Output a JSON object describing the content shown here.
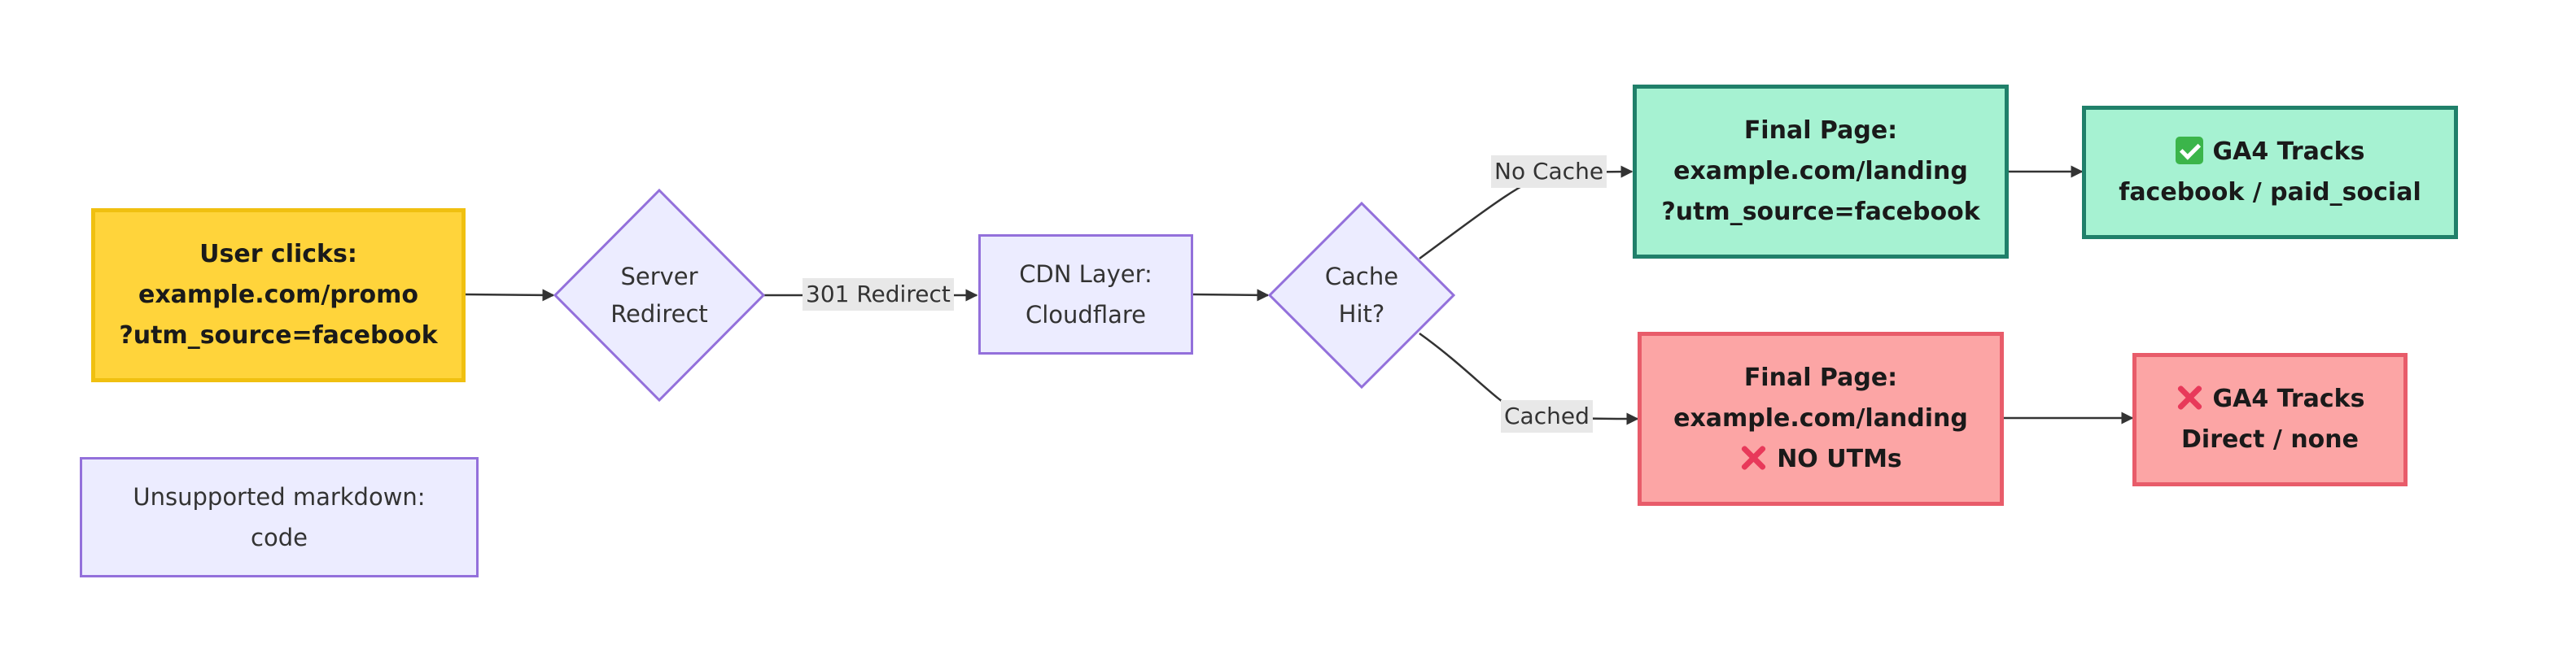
{
  "nodes": {
    "start": {
      "lines": [
        "User clicks:",
        "example.com/promo",
        "?utm_source=facebook"
      ]
    },
    "server": {
      "lines": [
        "Server",
        "Redirect"
      ]
    },
    "cdn": {
      "lines": [
        "CDN Layer:",
        "Cloudflare"
      ]
    },
    "cache": {
      "lines": [
        "Cache",
        "Hit?"
      ]
    },
    "final_good": {
      "lines": [
        "Final Page:",
        "example.com/landing",
        "?utm_source=facebook"
      ]
    },
    "final_bad": {
      "lines": [
        "Final Page:",
        "example.com/landing",
        "NO UTMs"
      ],
      "icon": "cross-icon"
    },
    "ga4_good": {
      "lines": [
        "GA4 Tracks",
        "facebook / paid_social"
      ],
      "icon": "check-icon"
    },
    "ga4_bad": {
      "lines": [
        "GA4 Tracks",
        "Direct / none"
      ],
      "icon": "cross-icon"
    },
    "note": {
      "lines": [
        "Unsupported markdown:",
        "code"
      ]
    }
  },
  "edge_labels": {
    "redirect": "301 Redirect",
    "no_cache": "No Cache",
    "cached": "Cached"
  },
  "colors": {
    "start_fill": "#ffd43b",
    "good_fill": "#a6f2d2",
    "bad_fill": "#fca5a5",
    "default_fill": "#ececff",
    "edge": "#333333"
  }
}
